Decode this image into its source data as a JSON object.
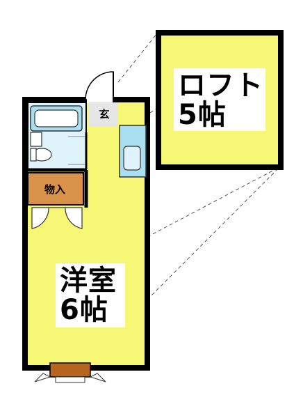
{
  "floorplan": {
    "loft": {
      "name": "ロフト",
      "size": "5帖"
    },
    "main_room": {
      "name": "洋室",
      "size": "6帖"
    },
    "entrance": {
      "label": "玄"
    },
    "storage": {
      "label": "物入"
    }
  },
  "colors": {
    "room_fill": "#f7f776",
    "wall": "#000000",
    "storage_fill": "#d9924a",
    "bath_fill": "#a9dff0",
    "entrance_fill": "#e6e6e6",
    "balcony_window": "#b5651d"
  }
}
